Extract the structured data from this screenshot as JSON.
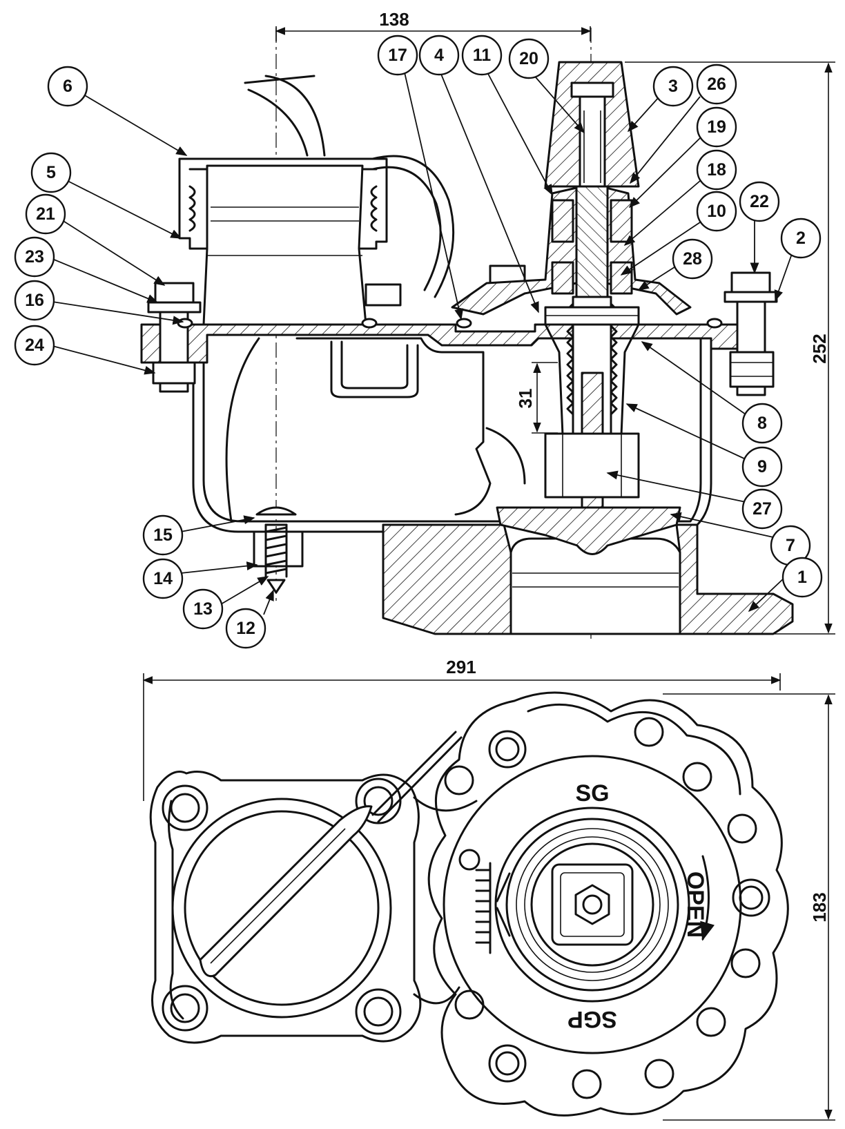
{
  "dimensions": {
    "top_width": "138",
    "overall_height": "252",
    "stroke_length": "31",
    "plan_width": "291",
    "plan_height": "183"
  },
  "balloons": [
    "6",
    "5",
    "21",
    "23",
    "16",
    "24",
    "17",
    "4",
    "11",
    "20",
    "3",
    "26",
    "19",
    "18",
    "10",
    "22",
    "2",
    "28",
    "8",
    "9",
    "27",
    "7",
    "1",
    "15",
    "14",
    "13",
    "12"
  ],
  "plan_markings": {
    "top": "SG",
    "right": "OPEN",
    "bottom": "SGP"
  }
}
